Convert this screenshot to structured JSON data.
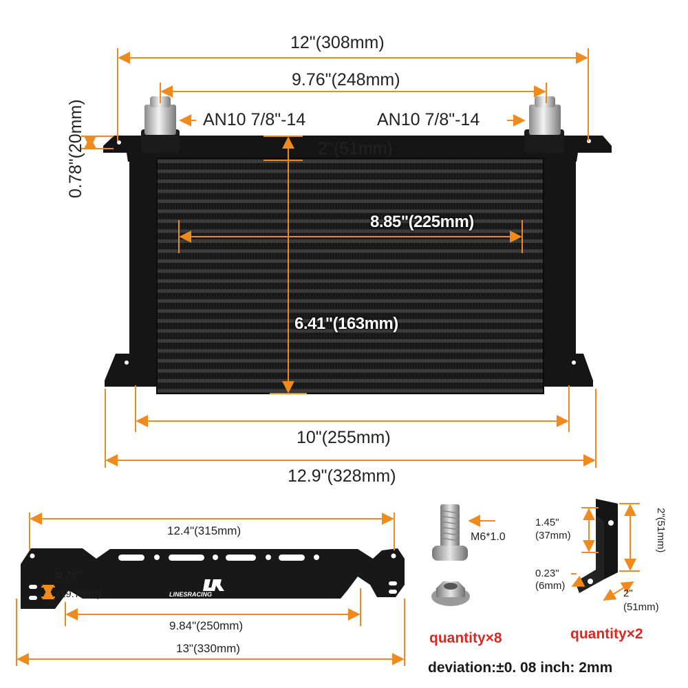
{
  "cooler": {
    "width_overall": "12\"(308mm)",
    "port_spacing": "9.76\"(248mm)",
    "fitting_left": "AN10 7/8\"-14",
    "fitting_right": "AN10 7/8\"-14",
    "tab_height": "0.78\"(20mm)",
    "top_margin": "2\"(51mm)",
    "core_width": "8.85\"(225mm)",
    "core_height": "6.41\"(163mm)",
    "body_width": "10\"(255mm)",
    "bracket_width": "12.9\"(328mm)"
  },
  "mount_bracket": {
    "hole_spacing": "12.4\"(315mm)",
    "slot_height_in": "0.78\"",
    "slot_height_mm": "(19.7mm)",
    "inner_span": "9.84\"(250mm)",
    "total_length": "13\"(330mm)",
    "logo_text": "LINESRACING"
  },
  "hardware": {
    "bolt_size": "M6*1.0",
    "bolt_quantity": "quantity×8",
    "l_bracket_leg": "1.45\"",
    "l_bracket_leg_mm": "(37mm)",
    "l_bracket_thickness": "0.23\"",
    "l_bracket_thickness_mm": "(6mm)",
    "l_bracket_height": "2\"(51mm)",
    "l_bracket_depth": "2\"",
    "l_bracket_depth_mm": "(51mm)",
    "l_bracket_quantity": "quantity×2"
  },
  "footer": {
    "deviation": "deviation:±0. 08 inch: 2mm"
  },
  "colors": {
    "dimension_line": "#f08a1c",
    "quantity_text": "#e0271e",
    "metal_black": "#1b1b1b"
  }
}
